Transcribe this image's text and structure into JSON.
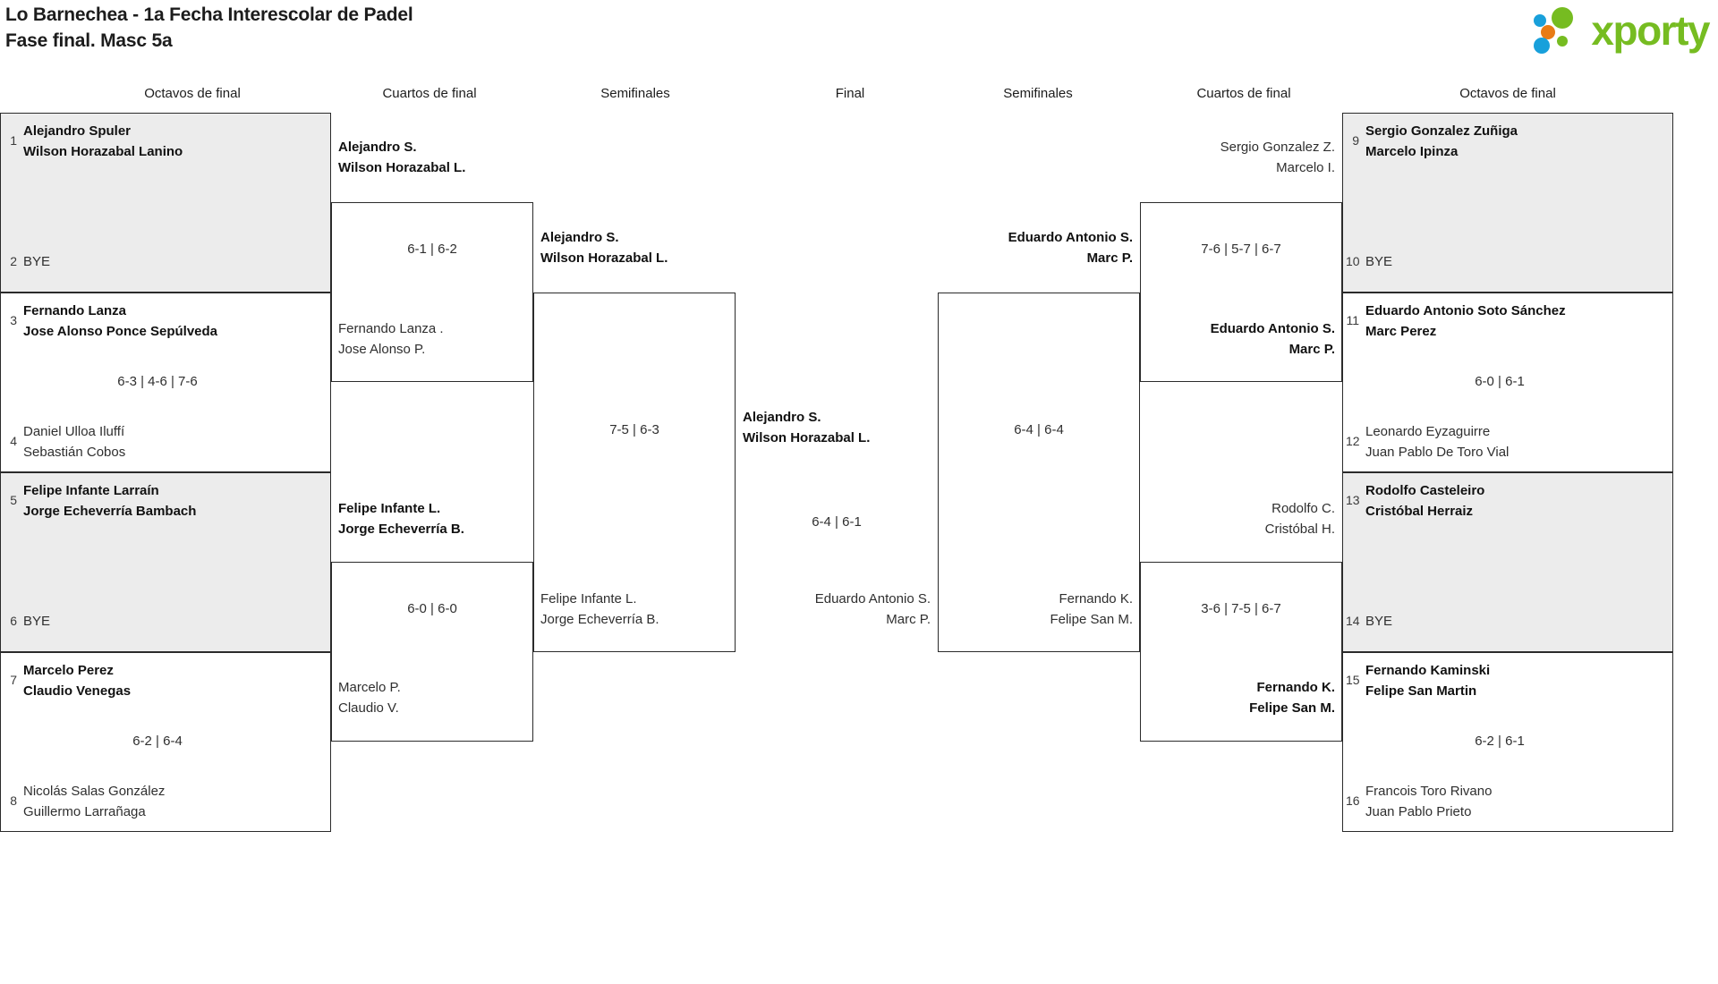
{
  "header": {
    "title_line1": "Lo Barnechea - 1a Fecha Interescolar de Padel",
    "title_line2": "Fase final. Masc 5a",
    "logo_text": "xporty",
    "logo_colors": {
      "blue": "#18a0db",
      "orange": "#e87b15",
      "green": "#76bc21"
    }
  },
  "round_headers": {
    "left_r16": "Octavos de final",
    "left_qf": "Cuartos de final",
    "left_sf": "Semifinales",
    "final": "Final",
    "right_sf": "Semifinales",
    "right_qf": "Cuartos de final",
    "right_r16": "Octavos de final"
  },
  "bracket": {
    "left_r16": [
      {
        "seed_top": "1",
        "top_l1": "Alejandro Spuler",
        "top_l2": "Wilson Horazabal Lanino",
        "top_result": "winner",
        "seed_bottom": "2",
        "bottom_l1": "BYE",
        "bottom_l2": "",
        "bottom_result": "bye",
        "score": ""
      },
      {
        "seed_top": "3",
        "top_l1": "Fernando Lanza",
        "top_l2": "Jose Alonso Ponce Sepúlveda",
        "top_result": "winner",
        "seed_bottom": "4",
        "bottom_l1": "Daniel Ulloa Iluffí",
        "bottom_l2": "Sebastián Cobos",
        "bottom_result": "loser",
        "score": "6-3 | 4-6 | 7-6"
      },
      {
        "seed_top": "5",
        "top_l1": "Felipe Infante Larraín",
        "top_l2": "Jorge Echeverría Bambach",
        "top_result": "winner",
        "seed_bottom": "6",
        "bottom_l1": "BYE",
        "bottom_l2": "",
        "bottom_result": "bye",
        "score": ""
      },
      {
        "seed_top": "7",
        "top_l1": "Marcelo Perez",
        "top_l2": "Claudio Venegas",
        "top_result": "winner",
        "seed_bottom": "8",
        "bottom_l1": "Nicolás Salas González",
        "bottom_l2": "Guillermo Larrañaga",
        "bottom_result": "loser",
        "score": "6-2 | 6-4"
      }
    ],
    "left_qf": [
      {
        "top_l1": "Alejandro S.",
        "top_l2": "Wilson Horazabal L.",
        "top_result": "winner",
        "bottom_l1": "Fernando Lanza .",
        "bottom_l2": "Jose Alonso P.",
        "bottom_result": "loser",
        "score": "6-1 | 6-2"
      },
      {
        "top_l1": "Felipe Infante L.",
        "top_l2": "Jorge Echeverría B.",
        "top_result": "winner",
        "bottom_l1": "Marcelo P.",
        "bottom_l2": "Claudio V.",
        "bottom_result": "loser",
        "score": "6-0 | 6-0"
      }
    ],
    "left_sf": [
      {
        "top_l1": "Alejandro S.",
        "top_l2": "Wilson Horazabal L.",
        "top_result": "winner",
        "bottom_l1": "Felipe Infante L.",
        "bottom_l2": "Jorge Echeverría B.",
        "bottom_result": "loser",
        "score": "7-5 | 6-3"
      }
    ],
    "final": {
      "top_l1": "Alejandro S.",
      "top_l2": "Wilson Horazabal L.",
      "top_result": "winner",
      "bottom_l1": "Eduardo Antonio S.",
      "bottom_l2": "Marc P.",
      "bottom_result": "loser",
      "score": "6-4 | 6-1"
    },
    "right_sf": [
      {
        "top_l1": "Eduardo Antonio S.",
        "top_l2": "Marc P.",
        "top_result": "winner",
        "bottom_l1": "Fernando K.",
        "bottom_l2": "Felipe San M.",
        "bottom_result": "loser",
        "score": "6-4 | 6-4"
      }
    ],
    "right_qf": [
      {
        "top_l1": "Sergio Gonzalez Z.",
        "top_l2": "Marcelo I.",
        "top_result": "loser",
        "bottom_l1": "Eduardo Antonio S.",
        "bottom_l2": "Marc P.",
        "bottom_result": "winner",
        "score": "7-6 | 5-7 | 6-7"
      },
      {
        "top_l1": "Rodolfo C.",
        "top_l2": "Cristóbal H.",
        "top_result": "loser",
        "bottom_l1": "Fernando K.",
        "bottom_l2": "Felipe San M.",
        "bottom_result": "winner",
        "score": "3-6 | 7-5 | 6-7"
      }
    ],
    "right_r16": [
      {
        "seed_top": "9",
        "top_l1": "Sergio Gonzalez Zuñiga",
        "top_l2": "Marcelo Ipinza",
        "top_result": "winner",
        "seed_bottom": "10",
        "bottom_l1": "BYE",
        "bottom_l2": "",
        "bottom_result": "bye",
        "score": ""
      },
      {
        "seed_top": "11",
        "top_l1": "Eduardo Antonio Soto Sánchez",
        "top_l2": "Marc Perez",
        "top_result": "winner",
        "seed_bottom": "12",
        "bottom_l1": "Leonardo Eyzaguirre",
        "bottom_l2": "Juan Pablo De Toro Vial",
        "bottom_result": "loser",
        "score": "6-0 | 6-1"
      },
      {
        "seed_top": "13",
        "top_l1": "Rodolfo Casteleiro",
        "top_l2": "Cristóbal Herraiz",
        "top_result": "winner",
        "seed_bottom": "14",
        "bottom_l1": "BYE",
        "bottom_l2": "",
        "bottom_result": "bye",
        "score": ""
      },
      {
        "seed_top": "15",
        "top_l1": "Fernando Kaminski",
        "top_l2": "Felipe San Martin",
        "top_result": "winner",
        "seed_bottom": "16",
        "bottom_l1": "Francois Toro Rivano",
        "bottom_l2": "Juan Pablo Prieto",
        "bottom_result": "loser",
        "score": "6-2 | 6-1"
      }
    ]
  }
}
